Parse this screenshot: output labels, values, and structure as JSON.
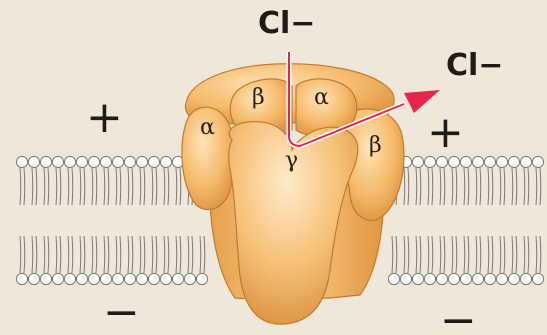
{
  "ion_top": "Cl−",
  "ion_right": "Cl−",
  "sign_top_left": "+",
  "sign_top_right": "+",
  "sign_bottom_left": "−",
  "sign_bottom_right": "−",
  "subunits": {
    "alpha_left": "α",
    "beta_top": "β",
    "alpha_top": "α",
    "beta_right": "β",
    "gamma": "γ"
  },
  "colors": {
    "background": "#efe8da",
    "protein_light": "#fbd7a3",
    "protein_mid": "#f4b460",
    "protein_dark": "#c9802f",
    "ion_path": "#e8254a",
    "membrane_head": "#ffffff",
    "membrane_outline": "#7a7a7a"
  }
}
